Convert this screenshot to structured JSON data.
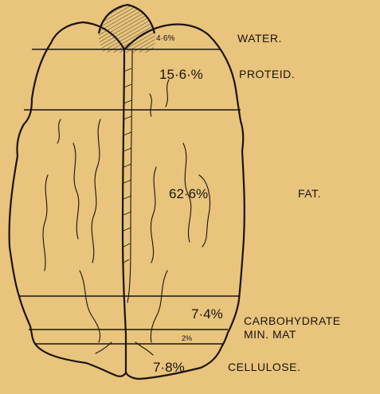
{
  "sections": [
    {
      "id": "water",
      "label": "WATER.",
      "percent": "4·6%",
      "value": 4.6
    },
    {
      "id": "proteid",
      "label": "PROTEID.",
      "percent": "15·6·%",
      "value": 15.6
    },
    {
      "id": "fat",
      "label": "FAT.",
      "percent": "62·6%",
      "value": 62.6
    },
    {
      "id": "carbohydrate",
      "label": "CARBOHYDRATE",
      "percent": "7·4%",
      "value": 7.4
    },
    {
      "id": "mineral",
      "label": "MIN. MAT",
      "percent": "2%",
      "value": 2
    },
    {
      "id": "cellulose",
      "label": "CELLULOSE.",
      "percent": "7·8%",
      "value": 7.8
    }
  ]
}
